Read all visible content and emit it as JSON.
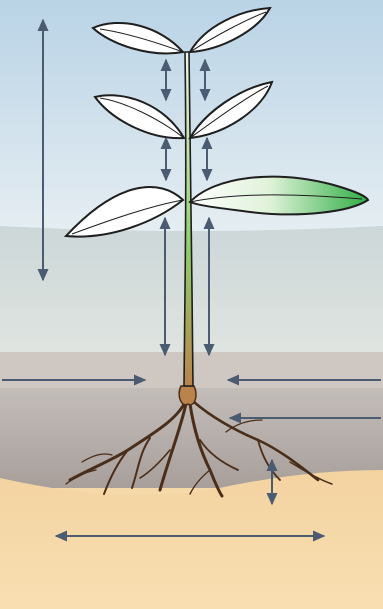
{
  "diagram": {
    "subject": "plant-growth-zones",
    "colors": {
      "sky_top": "#b9d3e6",
      "sky_bottom": "#e3edf2",
      "air_band": "#d2dcdc",
      "soil_surface": "#cdc8c3",
      "soil_dark": "#b0a7a3",
      "subsoil": "#f6d9a8",
      "arrow": "#4b5c72",
      "leaf_fill": "#ffffff",
      "leaf_green": "#3fb34a",
      "stem_green": "#9fd27a",
      "stem_brown": "#b9834c",
      "root": "#5a3a22",
      "outline": "#1f1f1f"
    },
    "arrows": [
      {
        "id": "air-height",
        "kind": "double",
        "orientation": "vertical"
      },
      {
        "id": "upper-internode-left",
        "kind": "double",
        "orientation": "vertical"
      },
      {
        "id": "upper-internode-right",
        "kind": "double",
        "orientation": "vertical"
      },
      {
        "id": "mid-internode-left",
        "kind": "double",
        "orientation": "vertical"
      },
      {
        "id": "mid-internode-right",
        "kind": "double",
        "orientation": "vertical"
      },
      {
        "id": "lower-stem-left",
        "kind": "double",
        "orientation": "vertical"
      },
      {
        "id": "lower-stem-right",
        "kind": "double",
        "orientation": "vertical"
      },
      {
        "id": "surface-left-in",
        "kind": "single",
        "orientation": "horizontal"
      },
      {
        "id": "surface-right-in",
        "kind": "single",
        "orientation": "horizontal"
      },
      {
        "id": "soil-right-in",
        "kind": "single",
        "orientation": "horizontal"
      },
      {
        "id": "root-depth",
        "kind": "double",
        "orientation": "vertical"
      },
      {
        "id": "subsoil-width",
        "kind": "double",
        "orientation": "horizontal"
      }
    ]
  }
}
